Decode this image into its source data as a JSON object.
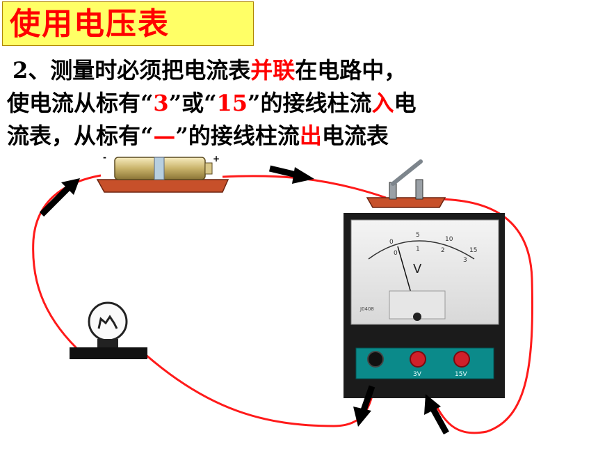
{
  "title": "使用电压表",
  "lines": [
    [
      "2、测量时必须把电流表",
      "并联",
      "在电路中，"
    ],
    [
      "使电流从标有“",
      "3",
      "”或“",
      "15",
      "”的接线柱流",
      "入",
      "电"
    ],
    [
      "流表，从标有“",
      "—",
      "”的接线柱流",
      "出",
      "电流表"
    ]
  ],
  "battery": {
    "neg": "-",
    "pos": "+"
  },
  "meter": {
    "unit": "V",
    "top_ticks": [
      "0",
      "5",
      "10",
      "15"
    ],
    "bottom_ticks": [
      "0",
      "1",
      "2",
      "3"
    ],
    "terminal_labels": [
      "3V",
      "15V"
    ],
    "model": "J0408"
  },
  "colors": {
    "wire": "#ff1a1a",
    "highlight": "#ff0000",
    "arrow": "#000000",
    "title_bg": "#ffff66"
  }
}
